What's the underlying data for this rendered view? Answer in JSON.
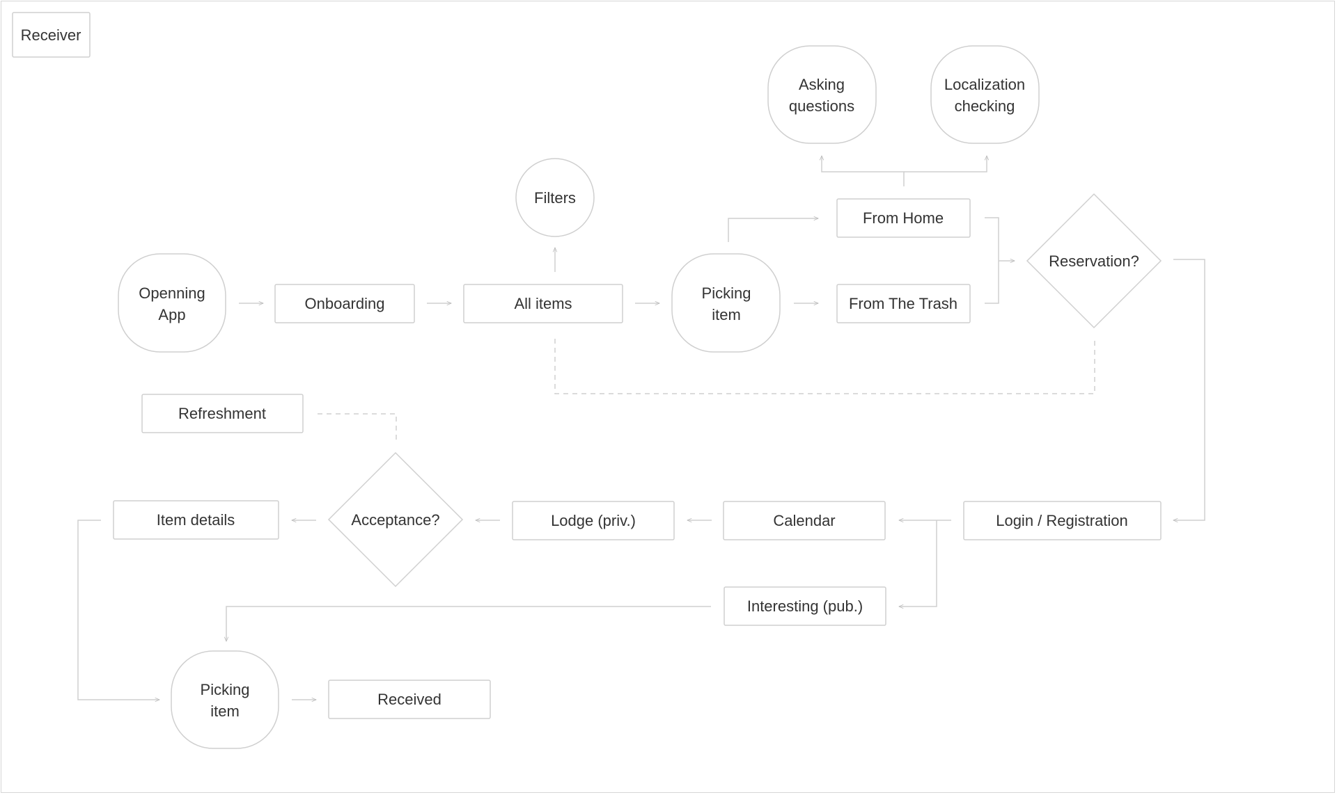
{
  "diagram": {
    "label": "Receiver",
    "nodes": {
      "opening_app": [
        "Openning",
        "App"
      ],
      "onboarding": "Onboarding",
      "all_items": "All items",
      "filters": "Filters",
      "picking_item_top": [
        "Picking",
        "item"
      ],
      "from_home": "From Home",
      "from_trash": "From The Trash",
      "asking_questions": [
        "Asking",
        "questions"
      ],
      "localization_checking": [
        "Localization",
        "checking"
      ],
      "reservation": "Reservation?",
      "login_registration": "Login / Registration",
      "calendar": "Calendar",
      "interesting_pub": "Interesting (pub.)",
      "lodge_priv": "Lodge (priv.)",
      "acceptance": "Acceptance?",
      "refreshment": "Refreshment",
      "item_details": "Item details",
      "picking_item_bottom": [
        "Picking",
        "item"
      ],
      "received": "Received"
    }
  }
}
